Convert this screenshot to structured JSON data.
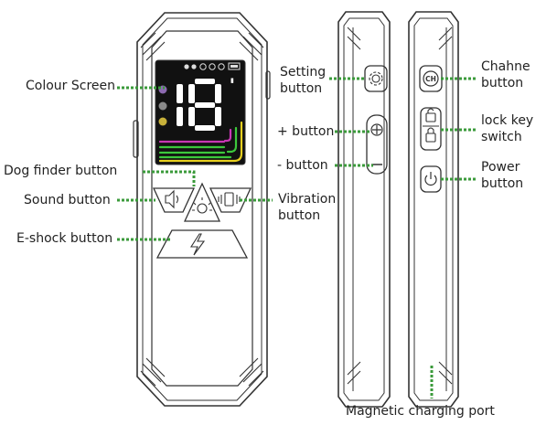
{
  "labels": {
    "colour_screen": "Colour Screen",
    "dog_finder": "Dog finder button",
    "sound": "Sound button",
    "vibration_1": "Vibration",
    "vibration_2": "button",
    "eshock": "E-shock button",
    "setting_1": "Setting",
    "setting_2": "button",
    "plus": "+ button",
    "minus": "- button",
    "channel_1": "Chahne",
    "channel_2": "button",
    "lock_1": "lock key",
    "lock_2": "switch",
    "power_1": "Power",
    "power_2": "button",
    "magnetic": "Magnetic charging port"
  },
  "screen": {
    "digits": "18",
    "ch_icon": "CH"
  },
  "colors": {
    "leader": "#3a9a3a",
    "outline": "#333333",
    "screen_bg": "#111111",
    "digit": "#ffffff",
    "bar_magenta": "#c837b4",
    "bar_green": "#3cc83c",
    "bar_yellow": "#e8d020"
  },
  "icons": [
    "speaker-icon",
    "flashlight-icon",
    "vibration-icon",
    "lightning-icon",
    "gear-icon",
    "plus-icon",
    "minus-icon",
    "channel-icon",
    "lock-icon",
    "power-icon"
  ]
}
